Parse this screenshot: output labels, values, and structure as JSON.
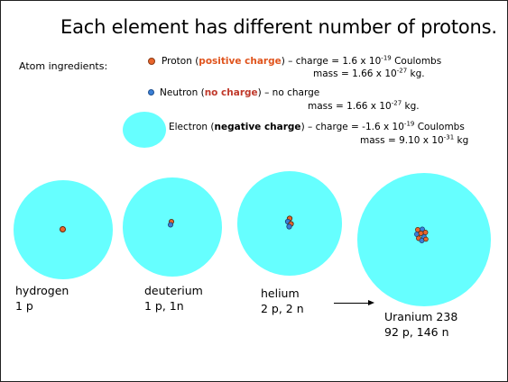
{
  "title": "Each element has different number of protons.",
  "ingredients_label": "Atom ingredients:",
  "proton": {
    "name": "Proton (",
    "charge_word": "positive charge",
    "charge_text": ") – charge = 1.6 x 10",
    "charge_exp": "-19",
    "charge_unit": " Coulombs",
    "mass_text": "mass =  1.66 x 10",
    "mass_exp": "-27",
    "mass_unit": " kg.",
    "color": "#e9652b"
  },
  "neutron": {
    "name": "Neutron (",
    "charge_word": "no charge",
    "charge_text": ") – no charge",
    "mass_text": "mass =  1.66 x 10",
    "mass_exp": "-27",
    "mass_unit": " kg.",
    "color": "#3b7fd6"
  },
  "electron": {
    "name": "Electron (",
    "charge_word": "negative charge",
    "charge_text": ") – charge = -1.6 x 10",
    "charge_exp": "-19",
    "charge_unit": " Coulombs",
    "mass_text": "mass = 9.10 x 10",
    "mass_exp": "-31",
    "mass_unit": " kg",
    "color": "#66ffff"
  },
  "atoms": [
    {
      "name": "hydrogen",
      "composition": "1 p"
    },
    {
      "name": "deuterium",
      "composition": "1 p, 1n"
    },
    {
      "name": "helium",
      "composition": "2 p, 2 n"
    },
    {
      "name": "Uranium 238",
      "composition": "92 p,  146 n"
    }
  ]
}
